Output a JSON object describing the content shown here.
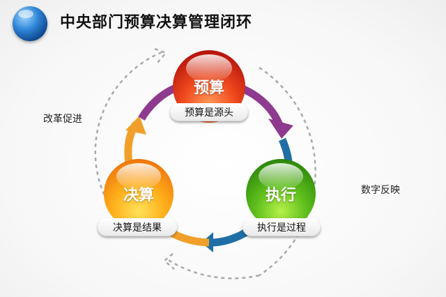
{
  "header": {
    "title": "中央部门预算决算管理闭环",
    "logo_icon": "globe-icon"
  },
  "cycle": {
    "nodes": [
      {
        "id": "budget",
        "label": "预算",
        "caption": "预算是源头",
        "color": "red"
      },
      {
        "id": "execution",
        "label": "执行",
        "caption": "执行是过程",
        "color": "green"
      },
      {
        "id": "final",
        "label": "决算",
        "caption": "决算是结果",
        "color": "orange"
      }
    ],
    "feedback_left": "改革促进",
    "feedback_right": "数字反映"
  },
  "colors": {
    "arrow_budget_to_exec": "#8e3a8e",
    "arrow_exec_to_final": "#1f6fa6",
    "arrow_final_to_budget": "#f0a02a",
    "dashed": "#aaaaaa"
  }
}
